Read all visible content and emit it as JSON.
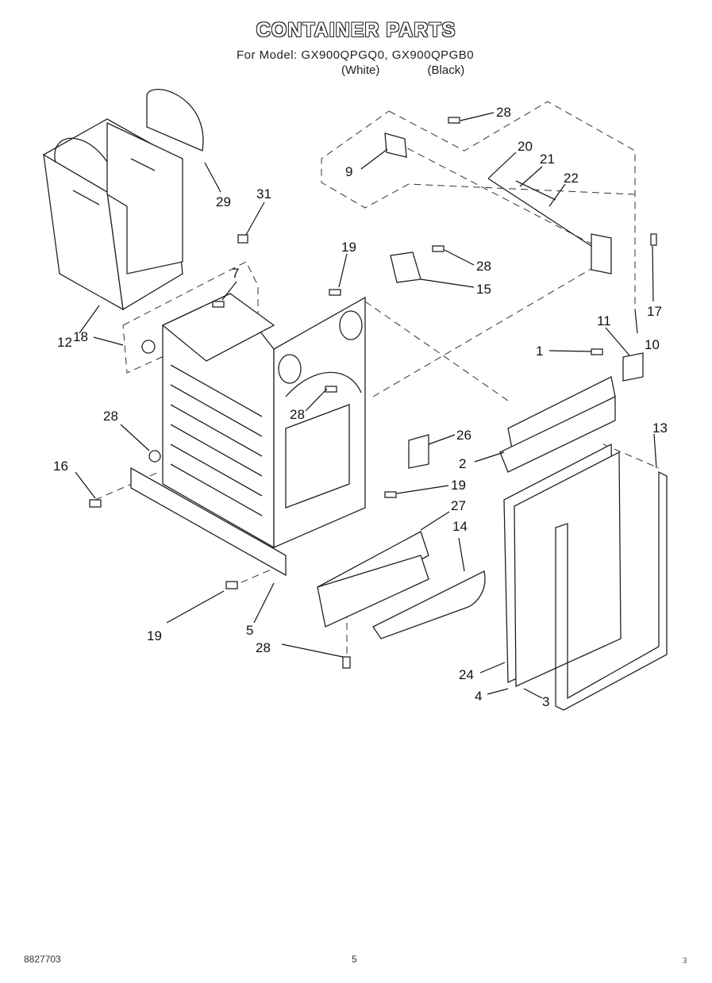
{
  "header": {
    "title": "CONTAINER PARTS",
    "models_line": "For Model: GX900QPGQ0, GX900QPGB0",
    "variant_white": "(White)",
    "variant_black": "(Black)"
  },
  "footer": {
    "doc_number": "8827703",
    "page_number": "5",
    "corner_mark": "3"
  },
  "callouts": [
    "28",
    "9",
    "20",
    "21",
    "22",
    "29",
    "31",
    "12",
    "7",
    "19",
    "28",
    "15",
    "18",
    "28",
    "11",
    "1",
    "10",
    "17",
    "28",
    "26",
    "13",
    "16",
    "2",
    "19",
    "27",
    "14",
    "19",
    "5",
    "28",
    "24",
    "4",
    "3"
  ]
}
